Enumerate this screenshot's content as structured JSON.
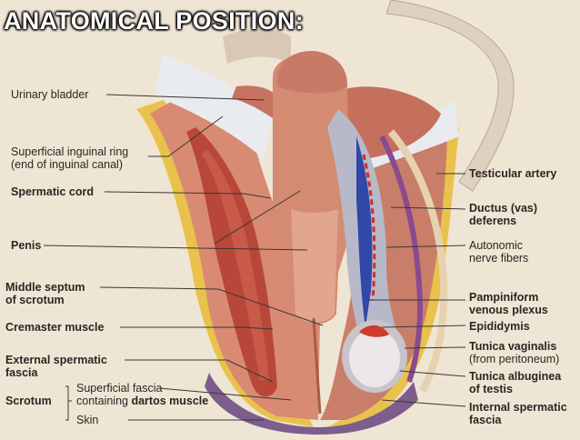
{
  "title": "ANATOMICAL POSITION:",
  "labels_left": {
    "urinary_bladder": "Urinary bladder",
    "superficial_inguinal_ring_1": "Superficial inguinal ring",
    "superficial_inguinal_ring_2": "(end of inguinal canal)",
    "spermatic_cord": "Spermatic cord",
    "penis": "Penis",
    "middle_septum_1": "Middle septum",
    "middle_septum_2": "of scrotum",
    "cremaster_muscle": "Cremaster muscle",
    "external_spermatic_fascia_1": "External spermatic",
    "external_spermatic_fascia_2": "fascia",
    "scrotum": "Scrotum",
    "superficial_fascia_1": "Superficial fascia",
    "superficial_fascia_2a": "containing ",
    "superficial_fascia_2b": "dartos muscle",
    "skin": "Skin"
  },
  "labels_right": {
    "testicular_artery": "Testicular artery",
    "ductus_deferens_1": "Ductus (vas)",
    "ductus_deferens_2": "deferens",
    "autonomic_1": "Autonomic",
    "autonomic_2": "nerve fibers",
    "pampiniform_1": "Pampiniform",
    "pampiniform_2": "venous plexus",
    "epididymis": "Epididymis",
    "tunica_vaginalis_1": "Tunica vaginalis",
    "tunica_vaginalis_2": "(from peritoneum)",
    "tunica_albuginea_1": "Tunica albuginea",
    "tunica_albuginea_2": "of testis",
    "internal_spermatic_1": "Internal spermatic",
    "internal_spermatic_2": "fascia"
  }
}
